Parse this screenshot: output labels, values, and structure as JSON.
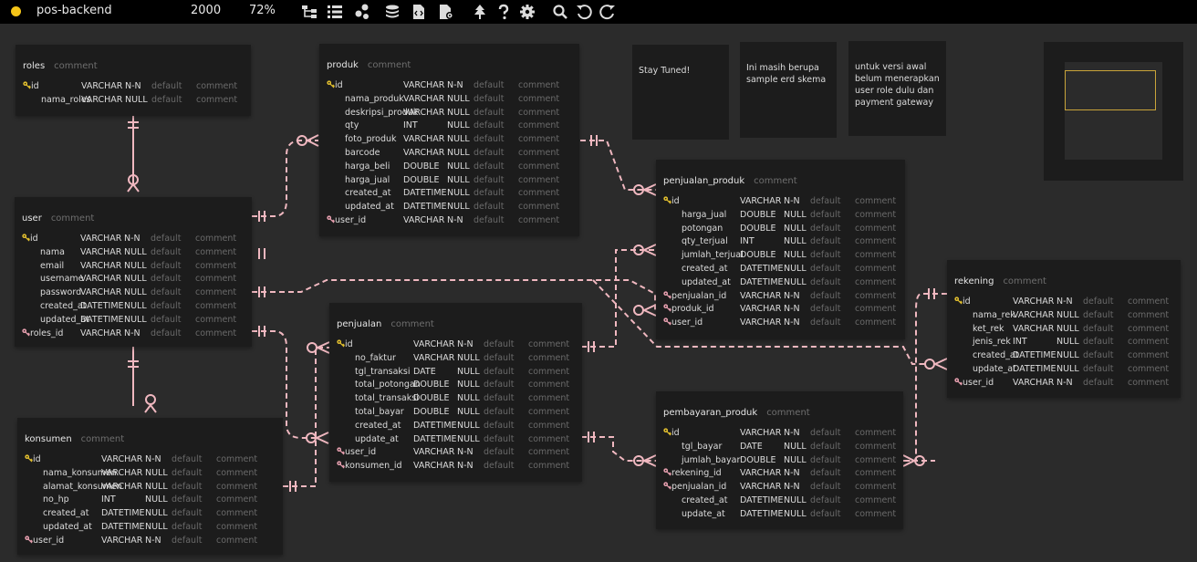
{
  "toolbar": {
    "project_name": "pos-backend",
    "canvas_size": "2000",
    "zoom": "72%",
    "icons": [
      "auto-layout-icon",
      "list-icon",
      "relationship-icon",
      "database-icon",
      "sql-icon",
      "settings-file-icon",
      "tree-icon",
      "help-icon",
      "gear-icon",
      "search-icon",
      "undo-icon",
      "redo-icon"
    ],
    "status_color": "#f5c518"
  },
  "colors": {
    "background": "#2b2b2b",
    "table": "#1c1c1c",
    "relation_line": "#f0b8c0",
    "primary_key": "#e3c02f",
    "foreign_key": "#e8a0b0"
  },
  "tables": [
    {
      "name": "roles",
      "comment": "comment",
      "columns": [
        {
          "key": "pk",
          "name": "id",
          "type": "VARCHAR",
          "null": "N-N",
          "default": "default",
          "comment": "comment"
        },
        {
          "key": "",
          "name": "nama_roles",
          "type": "VARCHAR",
          "null": "NULL",
          "default": "default",
          "comment": "comment"
        }
      ]
    },
    {
      "name": "user",
      "comment": "comment",
      "columns": [
        {
          "key": "pk",
          "name": "id",
          "type": "VARCHAR",
          "null": "N-N",
          "default": "default",
          "comment": "comment"
        },
        {
          "key": "",
          "name": "nama",
          "type": "VARCHAR",
          "null": "NULL",
          "default": "default",
          "comment": "comment"
        },
        {
          "key": "",
          "name": "email",
          "type": "VARCHAR",
          "null": "NULL",
          "default": "default",
          "comment": "comment"
        },
        {
          "key": "",
          "name": "username",
          "type": "VARCHAR",
          "null": "NULL",
          "default": "default",
          "comment": "comment"
        },
        {
          "key": "",
          "name": "password",
          "type": "VARCHAR",
          "null": "NULL",
          "default": "default",
          "comment": "comment"
        },
        {
          "key": "",
          "name": "created_at",
          "type": "DATETIME",
          "null": "NULL",
          "default": "default",
          "comment": "comment"
        },
        {
          "key": "",
          "name": "updated_at",
          "type": "DATETIME",
          "null": "NULL",
          "default": "default",
          "comment": "comment"
        },
        {
          "key": "fk",
          "name": "roles_id",
          "type": "VARCHAR",
          "null": "N-N",
          "default": "default",
          "comment": "comment"
        }
      ]
    },
    {
      "name": "konsumen",
      "comment": "comment",
      "columns": [
        {
          "key": "pk",
          "name": "id",
          "type": "VARCHAR",
          "null": "N-N",
          "default": "default",
          "comment": "comment"
        },
        {
          "key": "",
          "name": "nama_konsumen",
          "type": "VARCHAR",
          "null": "NULL",
          "default": "default",
          "comment": "comment"
        },
        {
          "key": "",
          "name": "alamat_konsumen",
          "type": "VARCHAR",
          "null": "NULL",
          "default": "default",
          "comment": "comment"
        },
        {
          "key": "",
          "name": "no_hp",
          "type": "INT",
          "null": "NULL",
          "default": "default",
          "comment": "comment"
        },
        {
          "key": "",
          "name": "created_at",
          "type": "DATETIME",
          "null": "NULL",
          "default": "default",
          "comment": "comment"
        },
        {
          "key": "",
          "name": "updated_at",
          "type": "DATETIME",
          "null": "NULL",
          "default": "default",
          "comment": "comment"
        },
        {
          "key": "fk",
          "name": "user_id",
          "type": "VARCHAR",
          "null": "N-N",
          "default": "default",
          "comment": "comment"
        }
      ]
    },
    {
      "name": "produk",
      "comment": "comment",
      "columns": [
        {
          "key": "pk",
          "name": "id",
          "type": "VARCHAR",
          "null": "N-N",
          "default": "default",
          "comment": "comment"
        },
        {
          "key": "",
          "name": "nama_produk",
          "type": "VARCHAR",
          "null": "NULL",
          "default": "default",
          "comment": "comment"
        },
        {
          "key": "",
          "name": "deskripsi_produk",
          "type": "VARCHAR",
          "null": "NULL",
          "default": "default",
          "comment": "comment"
        },
        {
          "key": "",
          "name": "qty",
          "type": "INT",
          "null": "NULL",
          "default": "default",
          "comment": "comment"
        },
        {
          "key": "",
          "name": "foto_produk",
          "type": "VARCHAR",
          "null": "NULL",
          "default": "default",
          "comment": "comment"
        },
        {
          "key": "",
          "name": "barcode",
          "type": "VARCHAR",
          "null": "NULL",
          "default": "default",
          "comment": "comment"
        },
        {
          "key": "",
          "name": "harga_beli",
          "type": "DOUBLE",
          "null": "NULL",
          "default": "default",
          "comment": "comment"
        },
        {
          "key": "",
          "name": "harga_jual",
          "type": "DOUBLE",
          "null": "NULL",
          "default": "default",
          "comment": "comment"
        },
        {
          "key": "",
          "name": "created_at",
          "type": "DATETIME",
          "null": "NULL",
          "default": "default",
          "comment": "comment"
        },
        {
          "key": "",
          "name": "updated_at",
          "type": "DATETIME",
          "null": "NULL",
          "default": "default",
          "comment": "comment"
        },
        {
          "key": "fk",
          "name": "user_id",
          "type": "VARCHAR",
          "null": "N-N",
          "default": "default",
          "comment": "comment"
        }
      ]
    },
    {
      "name": "penjualan",
      "comment": "comment",
      "columns": [
        {
          "key": "pk",
          "name": "id",
          "type": "VARCHAR",
          "null": "N-N",
          "default": "default",
          "comment": "comment"
        },
        {
          "key": "",
          "name": "no_faktur",
          "type": "VARCHAR",
          "null": "NULL",
          "default": "default",
          "comment": "comment"
        },
        {
          "key": "",
          "name": "tgl_transaksi",
          "type": "DATE",
          "null": "NULL",
          "default": "default",
          "comment": "comment"
        },
        {
          "key": "",
          "name": "total_potongan",
          "type": "DOUBLE",
          "null": "NULL",
          "default": "default",
          "comment": "comment"
        },
        {
          "key": "",
          "name": "total_transaksi",
          "type": "DOUBLE",
          "null": "NULL",
          "default": "default",
          "comment": "comment"
        },
        {
          "key": "",
          "name": "total_bayar",
          "type": "DOUBLE",
          "null": "NULL",
          "default": "default",
          "comment": "comment"
        },
        {
          "key": "",
          "name": "created_at",
          "type": "DATETIME",
          "null": "NULL",
          "default": "default",
          "comment": "comment"
        },
        {
          "key": "",
          "name": "update_at",
          "type": "DATETIME",
          "null": "NULL",
          "default": "default",
          "comment": "comment"
        },
        {
          "key": "fk",
          "name": "user_id",
          "type": "VARCHAR",
          "null": "N-N",
          "default": "default",
          "comment": "comment"
        },
        {
          "key": "fk",
          "name": "konsumen_id",
          "type": "VARCHAR",
          "null": "N-N",
          "default": "default",
          "comment": "comment"
        }
      ]
    },
    {
      "name": "penjualan_produk",
      "comment": "comment",
      "columns": [
        {
          "key": "pk",
          "name": "id",
          "type": "VARCHAR",
          "null": "N-N",
          "default": "default",
          "comment": "comment"
        },
        {
          "key": "",
          "name": "harga_jual",
          "type": "DOUBLE",
          "null": "NULL",
          "default": "default",
          "comment": "comment"
        },
        {
          "key": "",
          "name": "potongan",
          "type": "DOUBLE",
          "null": "NULL",
          "default": "default",
          "comment": "comment"
        },
        {
          "key": "",
          "name": "qty_terjual",
          "type": "INT",
          "null": "NULL",
          "default": "default",
          "comment": "comment"
        },
        {
          "key": "",
          "name": "jumlah_terjual",
          "type": "DOUBLE",
          "null": "NULL",
          "default": "default",
          "comment": "comment"
        },
        {
          "key": "",
          "name": "created_at",
          "type": "DATETIME",
          "null": "NULL",
          "default": "default",
          "comment": "comment"
        },
        {
          "key": "",
          "name": "updated_at",
          "type": "DATETIME",
          "null": "NULL",
          "default": "default",
          "comment": "comment"
        },
        {
          "key": "fk",
          "name": "penjualan_id",
          "type": "VARCHAR",
          "null": "N-N",
          "default": "default",
          "comment": "comment"
        },
        {
          "key": "fk",
          "name": "produk_id",
          "type": "VARCHAR",
          "null": "N-N",
          "default": "default",
          "comment": "comment"
        },
        {
          "key": "fk",
          "name": "user_id",
          "type": "VARCHAR",
          "null": "N-N",
          "default": "default",
          "comment": "comment"
        }
      ]
    },
    {
      "name": "pembayaran_produk",
      "comment": "comment",
      "columns": [
        {
          "key": "pk",
          "name": "id",
          "type": "VARCHAR",
          "null": "N-N",
          "default": "default",
          "comment": "comment"
        },
        {
          "key": "",
          "name": "tgl_bayar",
          "type": "DATE",
          "null": "NULL",
          "default": "default",
          "comment": "comment"
        },
        {
          "key": "",
          "name": "jumlah_bayar",
          "type": "DOUBLE",
          "null": "NULL",
          "default": "default",
          "comment": "comment"
        },
        {
          "key": "fk",
          "name": "rekening_id",
          "type": "VARCHAR",
          "null": "N-N",
          "default": "default",
          "comment": "comment"
        },
        {
          "key": "fk",
          "name": "penjualan_id",
          "type": "VARCHAR",
          "null": "N-N",
          "default": "default",
          "comment": "comment"
        },
        {
          "key": "",
          "name": "created_at",
          "type": "DATETIME",
          "null": "NULL",
          "default": "default",
          "comment": "comment"
        },
        {
          "key": "",
          "name": "update_at",
          "type": "DATETIME",
          "null": "NULL",
          "default": "default",
          "comment": "comment"
        }
      ]
    },
    {
      "name": "rekening",
      "comment": "comment",
      "columns": [
        {
          "key": "pk",
          "name": "id",
          "type": "VARCHAR",
          "null": "N-N",
          "default": "default",
          "comment": "comment"
        },
        {
          "key": "",
          "name": "nama_rek",
          "type": "VARCHAR",
          "null": "NULL",
          "default": "default",
          "comment": "comment"
        },
        {
          "key": "",
          "name": "ket_rek",
          "type": "VARCHAR",
          "null": "NULL",
          "default": "default",
          "comment": "comment"
        },
        {
          "key": "",
          "name": "jenis_rek",
          "type": "INT",
          "null": "NULL",
          "default": "default",
          "comment": "comment"
        },
        {
          "key": "",
          "name": "created_at",
          "type": "DATETIME",
          "null": "NULL",
          "default": "default",
          "comment": "comment"
        },
        {
          "key": "",
          "name": "update_at",
          "type": "DATETIME",
          "null": "NULL",
          "default": "default",
          "comment": "comment"
        },
        {
          "key": "fk",
          "name": "user_id",
          "type": "VARCHAR",
          "null": "N-N",
          "default": "default",
          "comment": "comment"
        }
      ]
    }
  ],
  "notes": [
    {
      "text": "Stay Tuned!"
    },
    {
      "text": "Ini masih berupa sample erd skema"
    },
    {
      "text": "untuk versi awal belum menerapkan user role dulu dan payment gateway"
    }
  ],
  "relationships": [
    {
      "from": "roles.id",
      "to": "user.roles_id"
    },
    {
      "from": "user.id",
      "to": "produk.user_id"
    },
    {
      "from": "user.id",
      "to": "penjualan.user_id"
    },
    {
      "from": "user.id",
      "to": "penjualan_produk.user_id"
    },
    {
      "from": "user.id",
      "to": "konsumen.user_id"
    },
    {
      "from": "user.id",
      "to": "rekening.user_id"
    },
    {
      "from": "konsumen.id",
      "to": "penjualan.konsumen_id"
    },
    {
      "from": "produk.id",
      "to": "penjualan_produk.produk_id"
    },
    {
      "from": "penjualan.id",
      "to": "penjualan_produk.penjualan_id"
    },
    {
      "from": "penjualan.id",
      "to": "pembayaran_produk.penjualan_id"
    },
    {
      "from": "rekening.id",
      "to": "pembayaran_produk.rekening_id"
    }
  ]
}
